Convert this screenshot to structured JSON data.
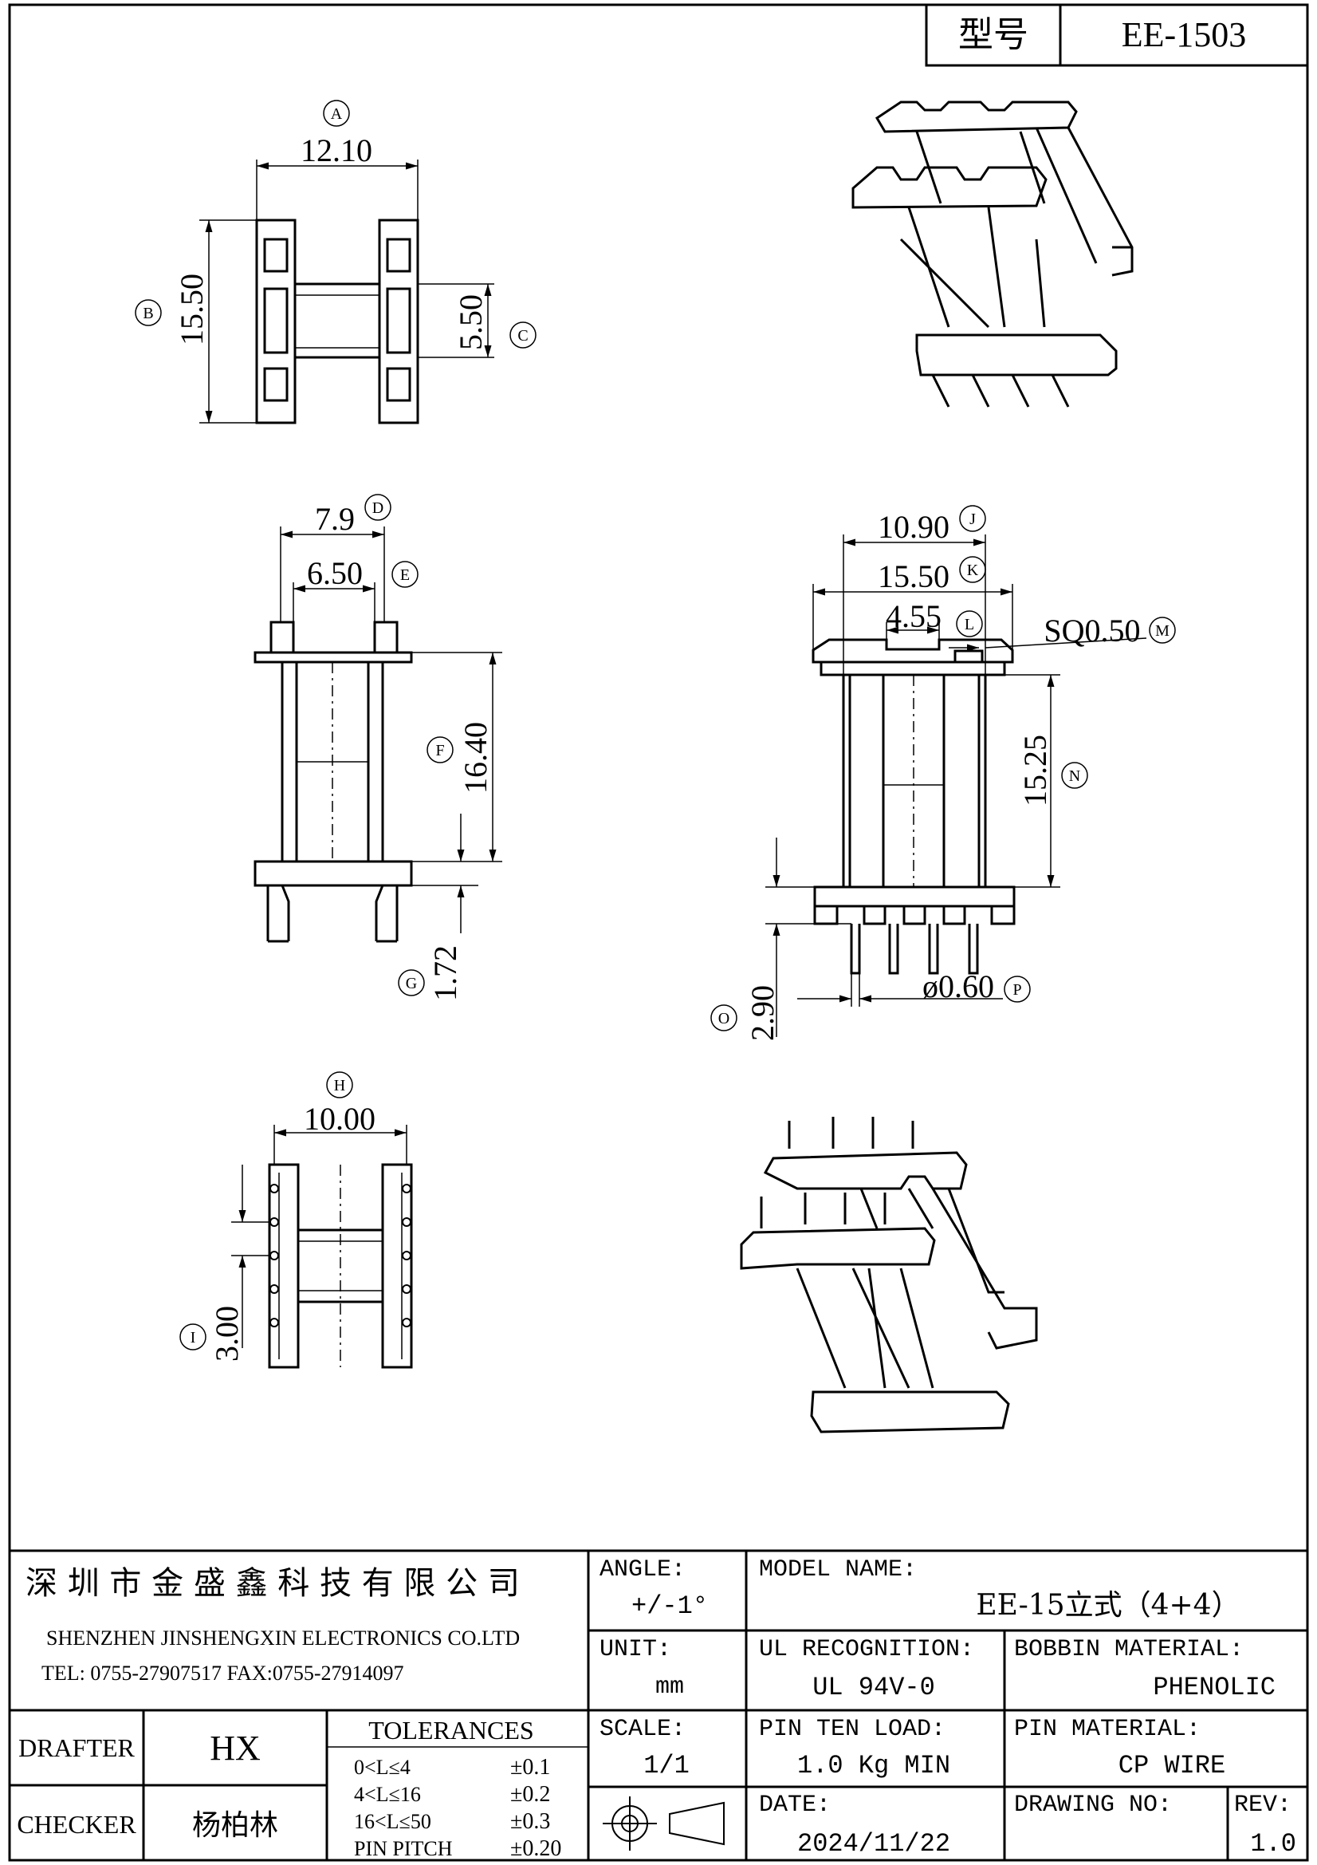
{
  "title_block": {
    "model_label": "型号",
    "model_value": "EE-1503"
  },
  "dimensions": {
    "A": {
      "letter": "A",
      "value": "12.10"
    },
    "B": {
      "letter": "B",
      "value": "15.50"
    },
    "C": {
      "letter": "C",
      "value": "5.50"
    },
    "D": {
      "letter": "D",
      "value": "7.9"
    },
    "E": {
      "letter": "E",
      "value": "6.50"
    },
    "F": {
      "letter": "F",
      "value": "16.40"
    },
    "G": {
      "letter": "G",
      "value": "1.72"
    },
    "H": {
      "letter": "H",
      "value": "10.00"
    },
    "I": {
      "letter": "I",
      "value": "3.00"
    },
    "J": {
      "letter": "J",
      "value": "10.90"
    },
    "K": {
      "letter": "K",
      "value": "15.50"
    },
    "L": {
      "letter": "L",
      "value": "4.55"
    },
    "M": {
      "letter": "M",
      "value": "SQ0.50"
    },
    "N": {
      "letter": "N",
      "value": "15.25"
    },
    "O": {
      "letter": "O",
      "value": "2.90"
    },
    "P": {
      "letter": "P",
      "value": "ø0.60"
    }
  },
  "company": {
    "name_cn": "深 圳 市 金 盛 鑫 科 技 有 限 公 司",
    "name_en": "SHENZHEN  JINSHENGXIN ELECTRONICS   CO.LTD",
    "contact": "TEL: 0755-27907517    FAX:0755-27914097"
  },
  "angle": {
    "label": "ANGLE:",
    "value": "+/-1°"
  },
  "unit": {
    "label": "UNIT:",
    "value": "mm"
  },
  "model_name": {
    "label": "MODEL NAME:",
    "value": "EE-15立式（4+4）"
  },
  "ul": {
    "label": "UL RECOGNITION:",
    "value": "UL 94V-0"
  },
  "bobbin": {
    "label": "BOBBIN MATERIAL:",
    "value": "PHENOLIC"
  },
  "drafter": {
    "label": "DRAFTER",
    "value": "HX"
  },
  "checker": {
    "label": "CHECKER",
    "value": "杨柏林"
  },
  "tolerances": {
    "title": "TOLERANCES",
    "rows": [
      {
        "range": "0<L≤4",
        "tol": "±0.1"
      },
      {
        "range": "4<L≤16",
        "tol": "±0.2"
      },
      {
        "range": "16<L≤50",
        "tol": "±0.3"
      },
      {
        "range": "PIN PITCH",
        "tol": "±0.20"
      }
    ]
  },
  "scale": {
    "label": "SCALE:",
    "value": "1/1"
  },
  "pin_ten_load": {
    "label": "PIN TEN LOAD:",
    "value": "1.0 Kg MIN"
  },
  "pin_material": {
    "label": "PIN MATERIAL:",
    "value": "CP WIRE"
  },
  "date": {
    "label": "DATE:",
    "value": "2024/11/22"
  },
  "drawing_no": {
    "label": "DRAWING NO:",
    "value": ""
  },
  "rev": {
    "label": "REV:",
    "value": "1.0"
  }
}
